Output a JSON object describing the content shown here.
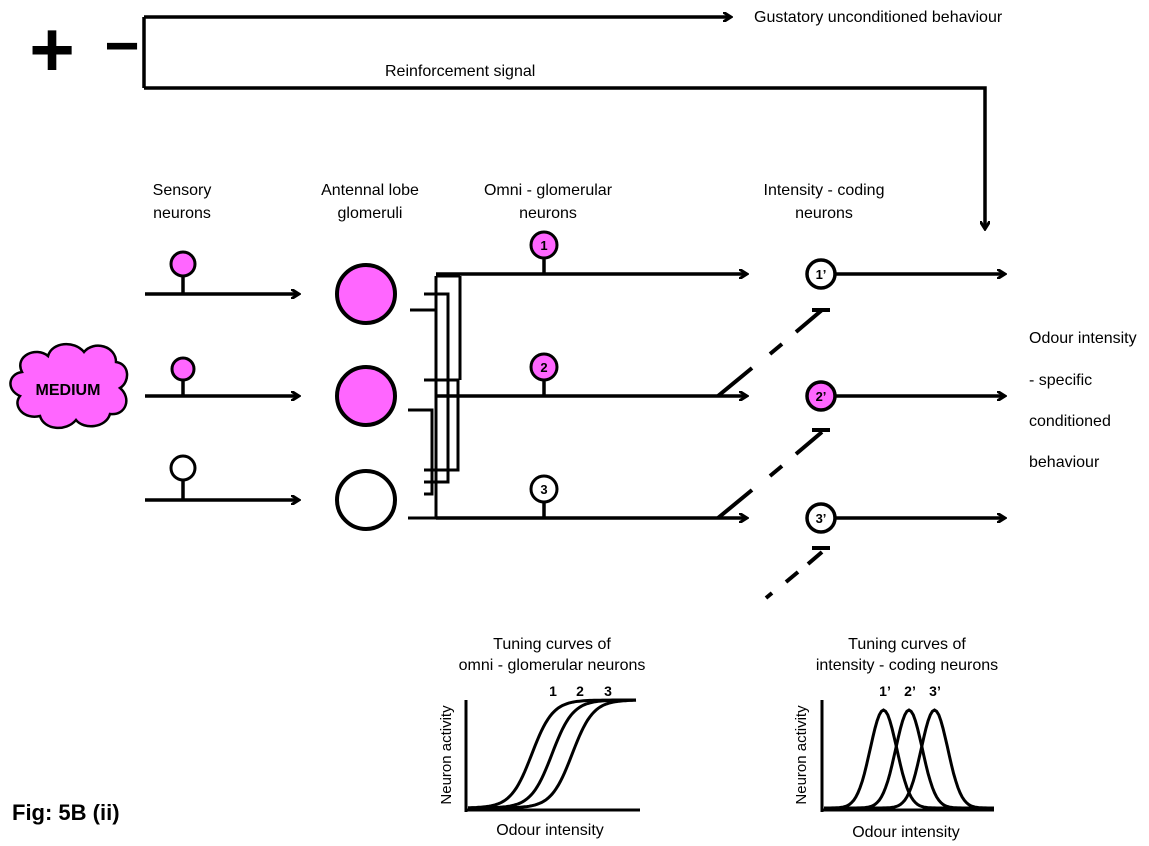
{
  "signs": {
    "plus": "+",
    "minus": "−"
  },
  "arrow_labels": {
    "gustatory": "Gustatory unconditioned behaviour",
    "reinforcement": "Reinforcement signal"
  },
  "headers": {
    "sensory": [
      "Sensory",
      "neurons"
    ],
    "antennal": [
      "Antennal lobe",
      "glomeruli"
    ],
    "omni": [
      "Omni - glomerular",
      "neurons"
    ],
    "intensity": [
      "Intensity - coding",
      "neurons"
    ]
  },
  "medium_label": "MEDIUM",
  "omni_neurons": [
    "1",
    "2",
    "3"
  ],
  "intensity_neurons": [
    "1’",
    "2’",
    "3’"
  ],
  "output_label": [
    "Odour intensity",
    "- specific",
    "conditioned",
    "behaviour"
  ],
  "figure_label": "Fig: 5B (ii)",
  "colors": {
    "active": "#ff66ff",
    "stroke": "#000000",
    "inactive": "#ffffff"
  },
  "chart_data": [
    {
      "type": "line",
      "title": [
        "Tuning curves of",
        "omni - glomerular neurons"
      ],
      "xlabel": "Odour intensity",
      "ylabel": "Neuron activity",
      "shape": "sigmoid",
      "series": [
        {
          "name": "1",
          "midpoint": 0.38
        },
        {
          "name": "2",
          "midpoint": 0.5
        },
        {
          "name": "3",
          "midpoint": 0.62
        }
      ]
    },
    {
      "type": "line",
      "title": [
        "Tuning curves of",
        "intensity - coding neurons"
      ],
      "xlabel": "Odour intensity",
      "ylabel": "Neuron activity",
      "shape": "bell",
      "series": [
        {
          "name": "1’",
          "peak": 0.35
        },
        {
          "name": "2’",
          "peak": 0.5
        },
        {
          "name": "3’",
          "peak": 0.65
        }
      ]
    }
  ]
}
